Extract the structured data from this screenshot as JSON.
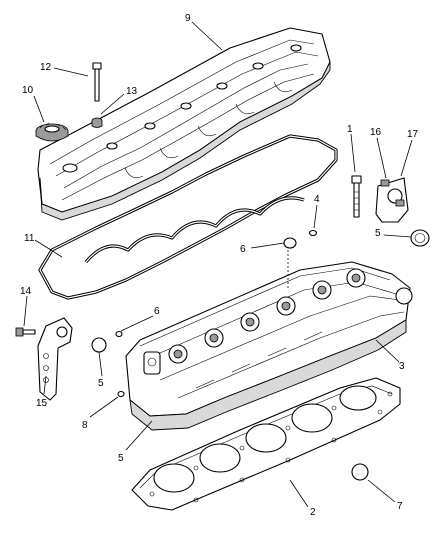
{
  "diagram": {
    "callouts": [
      {
        "id": "c9",
        "label": "9"
      },
      {
        "id": "c12",
        "label": "12"
      },
      {
        "id": "c10",
        "label": "10"
      },
      {
        "id": "c13",
        "label": "13"
      },
      {
        "id": "c1",
        "label": "1"
      },
      {
        "id": "c16",
        "label": "16"
      },
      {
        "id": "c17",
        "label": "17"
      },
      {
        "id": "c4",
        "label": "4"
      },
      {
        "id": "c11",
        "label": "11"
      },
      {
        "id": "c6a",
        "label": "6"
      },
      {
        "id": "c5a",
        "label": "5"
      },
      {
        "id": "c14",
        "label": "14"
      },
      {
        "id": "c6b",
        "label": "6"
      },
      {
        "id": "c3",
        "label": "3"
      },
      {
        "id": "c5b",
        "label": "5"
      },
      {
        "id": "c15",
        "label": "15"
      },
      {
        "id": "c8",
        "label": "8"
      },
      {
        "id": "c5c",
        "label": "5"
      },
      {
        "id": "c7",
        "label": "7"
      },
      {
        "id": "c2",
        "label": "2"
      }
    ]
  }
}
